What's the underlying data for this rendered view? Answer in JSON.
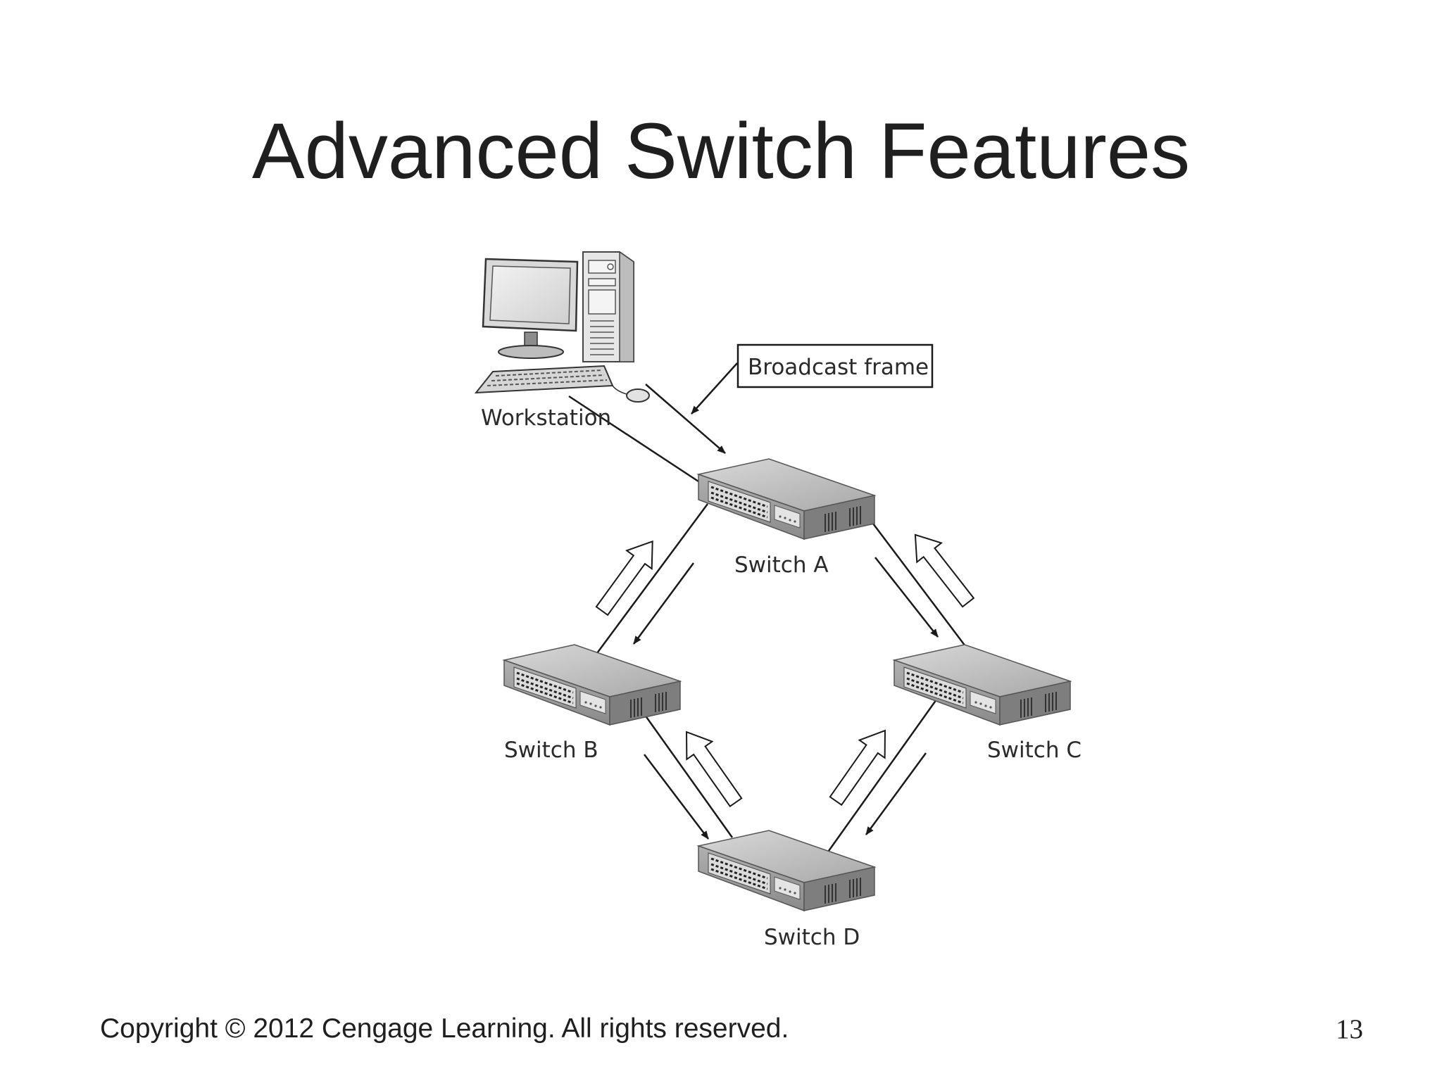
{
  "slide": {
    "title": "Advanced Switch Features",
    "copyright": "Copyright © 2012 Cengage Learning. All rights reserved.",
    "page_number": "13"
  },
  "diagram": {
    "callout": "Broadcast frame",
    "workstation_label": "Workstation",
    "switch_a_label": "Switch A",
    "switch_b_label": "Switch B",
    "switch_c_label": "Switch C",
    "switch_d_label": "Switch D"
  },
  "colors": {
    "line": "#1a1a1a",
    "switch_top": "#c4c4c4",
    "switch_front": "#9a9a9a",
    "switch_side": "#7a7a7a"
  }
}
